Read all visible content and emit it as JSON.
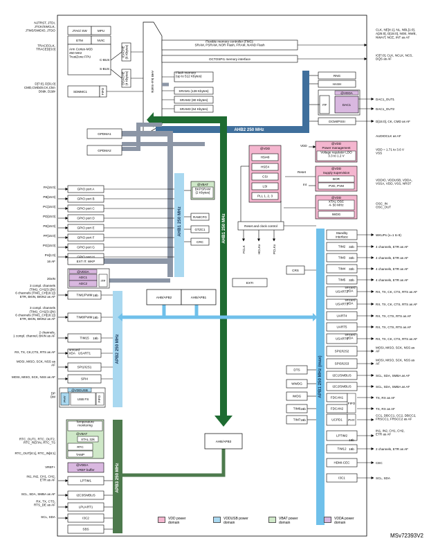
{
  "colors": {
    "vdd": "#f4b6cf",
    "vddusb": "#a9d8f0",
    "vbat": "#cfe8c8",
    "vdda": "#d9b8e0",
    "ahb1_bus": "#a9d8f0",
    "ahb2_bus": "#3f6f9c",
    "apb1_bus": "#6fc0ea",
    "apb2_bus": "#a9d8f0",
    "apb3_bus": "#4d7a4d",
    "bus_matrix_arrow": "#1e6b31",
    "dma_bus": "#8c96a6",
    "signal": "#000000"
  },
  "left_signals": {
    "jtag": "NJTRST, JTDI,\nJTCK/SWCLK,\nJTMS/SWDIO, JTDO",
    "trace": "TRACECLK,\nTRACED[3:0]",
    "sdmmc": "D[7:0], D[31:0]\nCMD,CMDdir,CK,Ckin\nD0dir, D2dir",
    "pa": "PA[15:0]",
    "pb": "PB[15:0]",
    "pc": "PC[15:0]",
    "pd": "PD[15:0]",
    "pe": "PE[15:0]",
    "pf": "PF[15:0]",
    "pg": "PG[15:0]",
    "ph": "PH[1:0]",
    "exti_af": "16 AF",
    "adc_in": "20xIN",
    "tim1": "3 compl. channels\n(TIM1_CH1[3:1]N)\n6 channels (TIM1_CH[16:1])\nETR, BKIN, BKIN2 as AF",
    "tim8": "3 compl. channels\n(TIM1_CH1[3:1]N)\n6 channels (TIM1_CH[16:1])\nETR, BKIN, BKIN2 as AF",
    "tim15": "2 channels,\n1 compl. channel, BKIN as AF",
    "usart1": "RX, TX, CK,CTS, RTS as AF",
    "spi1": "MOSI, MISO, SCK, NSS as\nAF",
    "spi4": "MOSI, MISO, SCK, NSS as AF",
    "usb": "DP\nDM",
    "rtc": "RTC_OUT1, RTC_OUT2,\nRTC_REFIN, RTC_TS",
    "tamp": "RTC_OUT[8:1], RTC_IN[8:1]",
    "vref": "VREF+",
    "lptim1": "IN1, IN2, CH1, CH2,\nETR as AF",
    "i2c3": "SCL, SDA, SMBA as AF",
    "lpuart1": "RX, TX, CTS,\nRTS_DE as AF",
    "i3c2": "SCL, SDA"
  },
  "right_signals": {
    "fmc": "CLK, NE[4:1], NL, NBL[1:0],\nA[25:0], D[15:0], NOE, NWE,\nNWAIT, NCE, INT as AF",
    "octospi": "IO[7:0], CLK, NCLK, NCS,\nDQS as AF",
    "dac1": "DAC1_OUT1",
    "dac2": "DAC1_OUT2",
    "dcmi": "D[15:0], CK, CMD as AF",
    "audioclk": "AUDIOCLK as AF",
    "vdd_range": "VDD = 1.71 to 3.6 V\nVSS",
    "supply": "VDDIO, VDDUSB, VDDA,\nVSSA, VDD, VSS, NRST",
    "osc": "OSC_IN\nOSC_OUT",
    "wkup": "WKUPx (x=1 to 8)",
    "tim2": "4 channels, ETR as AF",
    "tim3": "4 channels, ETR as AF",
    "tim4": "4 channels, ETR as AF",
    "tim5": "4 channels, ETR as AF",
    "usart2": "RX, TX, CK, CTS, RTS as AF",
    "usart3": "RX, TX, CK, CTS, RTS as AF",
    "uart4": "RX, TX, CTS, RTS as AF",
    "uart5": "RX, TX, CTS, RTS as AF",
    "usart6": "RX, TX, CK, CTS, RTS as AF",
    "spi2": "MOSI, MISO, SCK, NSS as\nAF",
    "spi3": "MOSI, MISO, SCK, NSS as\nAF",
    "i2c1": "SCL, SDA, SMBA as AF",
    "i2c2": "SCL, SDA, SMBA as AF",
    "fdcan1": "TX, RX as AF",
    "fdcan2": "TX, RX as AF",
    "ucpd1": "CC1, DBCC1, CC2, DBCC2,\nFRSCC1, FRSCC2 as AF",
    "lptim2": "IN1, IN2, CH1, CH2,\nETR as AF",
    "tim12": "2 channels, ETR as AF",
    "hdmi": "CEC",
    "i3c1": "SCL, SDA"
  },
  "blocks": {
    "jtag": "JTAG/ SW",
    "mpu": "MPU",
    "etm": "ETM",
    "nvic": "NVIC",
    "cpu": "Arm Cortex-M33\n250 MHz\nTrustZone  FPU",
    "cbus": "C-BUS",
    "sbus": "S-BUS",
    "icache": "ICACHE\n(8 Kbytes)",
    "dcache": "DCACHE\n(4 Kbytes)",
    "bus_matrix": "AHB bus-matrix",
    "fmc": "Flexible memory controller (FMC):\nSRAM, PSRAM, NOR Flash, FRAM, NAND Flash",
    "octospi": "OCTOSPI1 memory interface",
    "flash": "Flash memory\n(up to 512 Kbytes)",
    "sram1": "SRAM1 (128 Kbytes)",
    "sram2": "SRAM2 (80 Kbytes)",
    "sram3": "SRAM3 (64 Kbytes)",
    "sdmmc": "SDMMC1",
    "fifo": "FIFO",
    "gpdma1": "GPDMA1",
    "gpdma2": "GPDMA2",
    "rng": "RNG",
    "hash": "HASH",
    "vdda_dac_tag": "@VDDA",
    "itf": "ITF",
    "dac1": "DAC1",
    "dcmi": "DCMI/PSSI",
    "gpio_a": "GPIO port A",
    "gpio_b": "GPIO port B",
    "gpio_c": "GPIO port C",
    "gpio_d": "GPIO port D",
    "gpio_e": "GPIO port E",
    "gpio_f": "GPIO port F",
    "gpio_g": "GPIO port G",
    "gpio_h": "GPIO port H",
    "vbat_tag": "@VBAT",
    "bkpsram": "BKPSRAM\n(2 Kbytes)",
    "ramcfg": "RAMCFG",
    "gtzc1": "GTZC1",
    "crc": "CRC",
    "exti_wkup": "EXT IT. WKP",
    "vdda_adc_tag": "@VDDA",
    "adc1": "ADC1",
    "adc2": "ADC2",
    "adc_itf": "ITF",
    "ahb_apb2": "AHB/APB2",
    "ahb_apb1": "AHB/APB1",
    "exti": "EXTI",
    "crs": "CRS",
    "tim1": "TIM1/PWM",
    "tim1_w": "16b",
    "tim8": "TIM8/PWM",
    "tim8_w": "16b",
    "tim15": "TIM15",
    "tim15_w": "16b",
    "usart1": "USART1",
    "usart1_tag": "smcard\nirDA",
    "spi1": "SPI1/I2S1",
    "spi4": "SPI4",
    "vddusb_tag": "@VDDUSB",
    "phy_usb": "PHY",
    "usb": "USB FS",
    "usb_fifo": "FIFO",
    "temp": "Temperature\nmonitoring",
    "vbat2_tag": "@VBAT",
    "xtal32": "XTAL 32k",
    "rtc": "RTC",
    "tamp": "TAMP",
    "vdda_vref_tag": "@VDDA",
    "vref": "VREF buffer",
    "lptim1": "LPTIM1",
    "i2c3": "I2C3/SMBUS",
    "lpuart1": "LPUART1",
    "i3c2": "I3C2",
    "sbs": "SBS",
    "ahb_apb3": "AHB/APB3",
    "vdd_pwr_tag": "@VDD",
    "pwr": "Power management",
    "ldo": "Voltage regulator LDO\n3.3 to 1.2 V",
    "vdd_osc_tag": "@VDD",
    "hsi48": "HSI48",
    "hse": "HSE4",
    "csi": "CSI",
    "lsi": "LSI",
    "pll": "PLL 1, 2, 3",
    "vdd_sup_tag": "@VDD",
    "supply": "Supply supervision",
    "bor": "BOR",
    "pvd": "PVD, PVM",
    "vdd_xtal_tag": "@VDD",
    "xtal_osc": "XTAL OSC\n4- 50 MHz",
    "iwdg_in": "IWDG",
    "rcc": "Reset and clock control",
    "standby": "Standby\ninterface",
    "tim2": "TIM2",
    "tim3": "TIM3",
    "tim4": "TIM4",
    "tim5": "TIM5",
    "usart2": "USART2",
    "usart3": "USART3",
    "uart4": "UART4",
    "uart5": "UART5",
    "usart6": "USART6",
    "smcard_tag": "smcard\nirDA",
    "spi2": "SPI2/I2S2",
    "spi3": "SPI3/I2S3",
    "i2c1": "I2C1/SMBUS",
    "i2c2": "I2C2/SMBUS",
    "dts": "DTS",
    "wwdg": "WWDG",
    "iwdg": "IWDG",
    "tim6": "TIM6",
    "tim7": "TIM7",
    "fdcan1": "FDCAN1",
    "fdcan2": "FDCAN2",
    "fdcan_fifo": "FIFO",
    "ucpd1": "UCPD1",
    "ucpd_phy": "PHY",
    "lptim2": "LPTIM2",
    "tim12": "TIM12",
    "hdmi": "HDMI-CEC",
    "i3c1": "I3C1",
    "w32": "32b",
    "w16": "16b"
  },
  "labels": {
    "vdd_in": "VDD",
    "reset": "Reset",
    "int": "Int",
    "fclk": "FCLK",
    "hclk": "HCLKx",
    "pclk": "PCLKx"
  },
  "buses": {
    "ahb1": "AHB1 250 MHz",
    "ahb2": "AHB2 250 MHz",
    "ahb_main": "AHB1 250 MHz",
    "apb1": "APB1 250 MHz (max)",
    "apb2": "APB2 250 MHz",
    "apb3": "APB3 250 MHz"
  },
  "legend": {
    "vdd": "VDD power\ndomain",
    "vddusb": "VDDUSB power\ndomain",
    "vbat": "VBAT power\ndomain",
    "vdda": "VDDA power\ndomain"
  },
  "doc_id": "MSv72393V2"
}
